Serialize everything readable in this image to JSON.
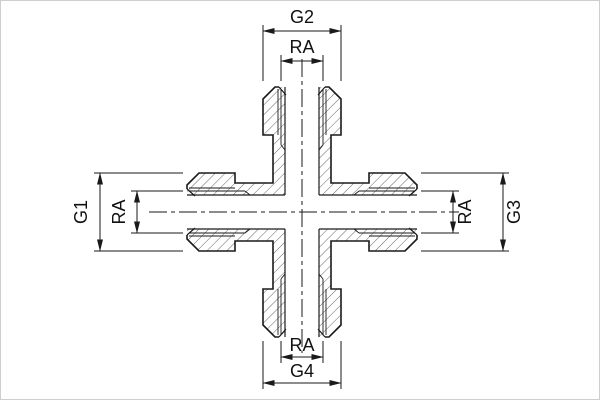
{
  "labels": {
    "g1": "G1",
    "g2": "G2",
    "g3": "G3",
    "g4": "G4",
    "ra_top": "RA",
    "ra_left": "RA",
    "ra_right": "RA",
    "ra_bottom": "RA"
  },
  "colors": {
    "line": "#1a1a1a",
    "hatch": "#555555",
    "background": "#ffffff"
  }
}
